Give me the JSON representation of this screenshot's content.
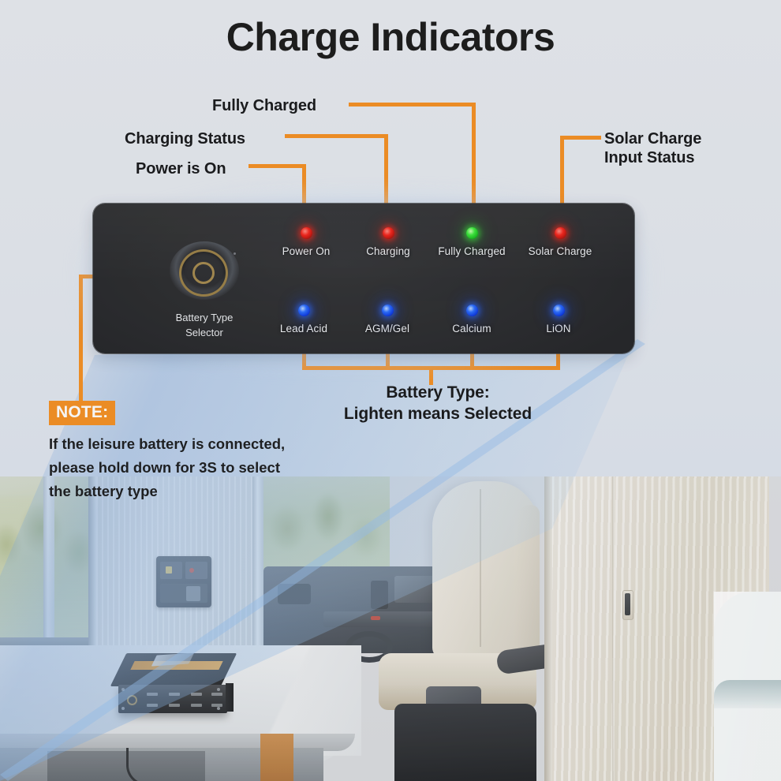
{
  "header": {
    "title": "Charge Indicators"
  },
  "callouts": {
    "fully_charged": "Fully Charged",
    "charging_status": "Charging Status",
    "power_is_on": "Power is On",
    "solar_charge_input_status": "Solar Charge\nInput Status",
    "battery_type_group": "Battery Type:\nLighten means Selected"
  },
  "panel": {
    "selector": {
      "label": "Battery   Type\nSelector",
      "icon": "concentric-ring-button",
      "ring_color": "#9b8047"
    },
    "status_leds": [
      {
        "label": "Power On",
        "color_name": "red",
        "color": "#f4241b",
        "state": "on"
      },
      {
        "label": "Charging",
        "color_name": "red",
        "color": "#f4241b",
        "state": "on"
      },
      {
        "label": "Fully Charged",
        "color_name": "green",
        "color": "#3ce83c",
        "state": "on"
      },
      {
        "label": "Solar Charge",
        "color_name": "red",
        "color": "#f4241b",
        "state": "on"
      }
    ],
    "battery_type_leds": [
      {
        "label": "Lead Acid",
        "color_name": "blue",
        "color": "#2a6dff",
        "state": "on"
      },
      {
        "label": "AGM/Gel",
        "color_name": "blue",
        "color": "#2a6dff",
        "state": "on"
      },
      {
        "label": "Calcium",
        "color_name": "blue",
        "color": "#2a6dff",
        "state": "on"
      },
      {
        "label": "LiON",
        "color_name": "blue",
        "color": "#2a6dff",
        "state": "on"
      }
    ]
  },
  "note": {
    "badge": "NOTE:",
    "text": "If the leisure battery is connected,\nplease hold down for 3S to select\nthe battery type"
  },
  "colors": {
    "accent_orange": "#F59023",
    "panel_black": "#1b1c1f",
    "background": "#e7eaf0",
    "beam_blue": "#7caae2",
    "title_text": "#1a1a1a"
  }
}
